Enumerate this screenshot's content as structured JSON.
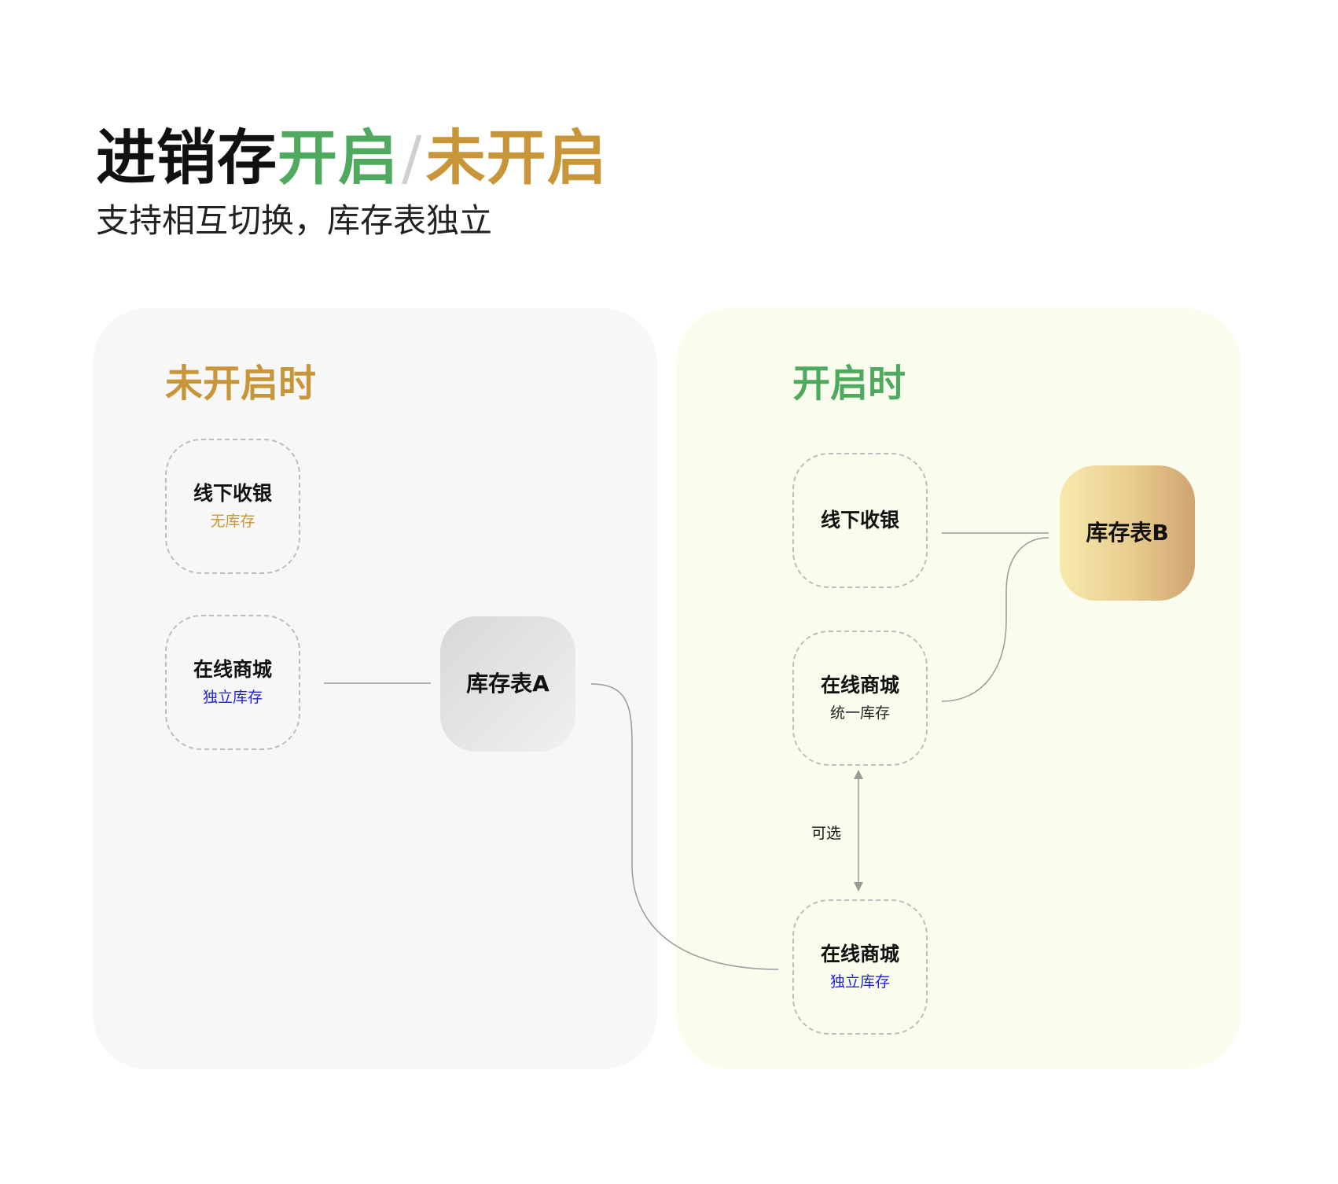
{
  "header": {
    "title_part1": "进销存",
    "title_part2": "开启",
    "title_slash": "/",
    "title_part3": "未开启",
    "subtitle": "支持相互切换，库存表独立"
  },
  "left_panel": {
    "title": "未开启时",
    "nodes": [
      {
        "label": "线下收银",
        "sub": "无库存"
      },
      {
        "label": "在线商城",
        "sub": "独立库存"
      }
    ],
    "store": {
      "label": "库存表A"
    }
  },
  "right_panel": {
    "title": "开启时",
    "nodes": [
      {
        "label": "线下收银",
        "sub": ""
      },
      {
        "label": "在线商城",
        "sub": "统一库存"
      },
      {
        "label": "在线商城",
        "sub": "独立库存"
      }
    ],
    "store": {
      "label": "库存表B"
    },
    "optional_label": "可选"
  },
  "colors": {
    "green": "#4faa5f",
    "gold": "#c89538",
    "blue": "#1e1ee6",
    "connector": "#9a9a9a"
  }
}
